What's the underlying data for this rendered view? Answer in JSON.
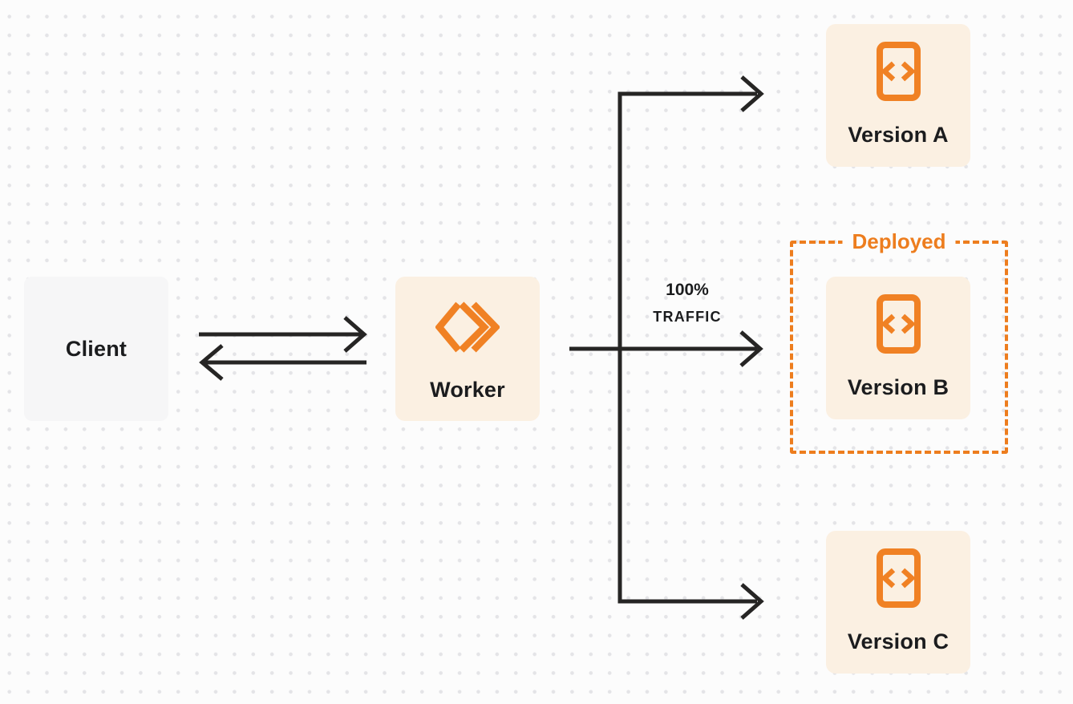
{
  "nodes": {
    "client": {
      "label": "Client"
    },
    "worker": {
      "label": "Worker",
      "icon": "workers-logo-icon"
    },
    "versions": [
      {
        "label": "Version A",
        "icon": "code-file-icon",
        "deployed": false
      },
      {
        "label": "Version B",
        "icon": "code-file-icon",
        "deployed": true
      },
      {
        "label": "Version C",
        "icon": "code-file-icon",
        "deployed": false
      }
    ]
  },
  "annotations": {
    "deployed": {
      "label": "Deployed"
    },
    "traffic": {
      "percent": "100%",
      "word": "TRAFFIC"
    }
  },
  "edges": [
    {
      "from": "client",
      "to": "worker",
      "direction": "both"
    },
    {
      "from": "worker",
      "to": "version-a",
      "direction": "forward"
    },
    {
      "from": "worker",
      "to": "version-b",
      "direction": "forward",
      "label": "100% TRAFFIC"
    },
    {
      "from": "worker",
      "to": "version-c",
      "direction": "forward"
    }
  ],
  "colors": {
    "background": "#FCFCFC",
    "grid_dot": "#E4E4E7",
    "node_cream": "#FBF0E2",
    "client_gray": "#F6F6F7",
    "icon_orange": "#F08124",
    "deployed_orange": "#ED7D1E",
    "arrow_dark": "#262524",
    "text_dark": "#1B1C1E"
  }
}
